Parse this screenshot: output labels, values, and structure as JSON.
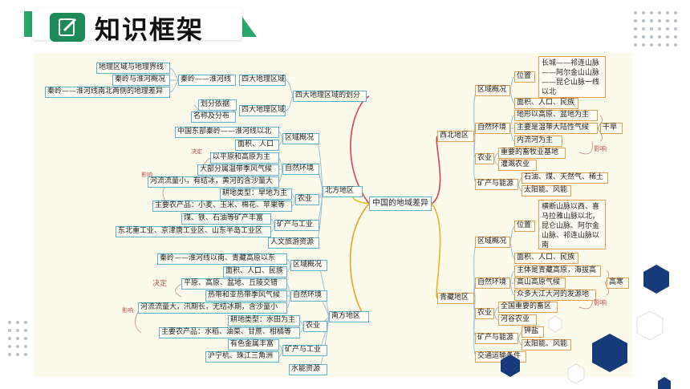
{
  "header": {
    "title": "知识框架"
  },
  "center": "中国的地域差异",
  "left": {
    "four_regions": {
      "root": "四大地理区域的划分",
      "sub1": "四大地理区域",
      "sub1_label": "秦岭——淮河线",
      "sub1_items": [
        "地理区域与地理界线",
        "秦岭与淮河概况",
        "秦岭——淮河线南北两侧的地理差异"
      ],
      "sub2": "四大地理区域",
      "sub2_items": [
        "划分依据",
        "名称及分布"
      ]
    },
    "north": {
      "root": "北方地区",
      "cat_location": "区域概况",
      "location_items": [
        "中国东部秦岭——淮河线以北",
        "面积、人口"
      ],
      "cat_nature": "自然环境",
      "nature_items": [
        "以平原和高原为主",
        "大部分属温带季风气候",
        "河流流量小，有结冰，黄河的含沙量大"
      ],
      "cat_agri": "农业",
      "agri_items": [
        "耕地类型：旱地为主",
        "主要农产品：小麦、玉米、棉花、苹果等"
      ],
      "cat_mining": "矿产与工业",
      "mining_items": [
        "煤、铁、石油等矿产丰富",
        "东北重工业、京津唐工业区、山东半岛工业区"
      ],
      "cat_tourism": "人文旅游资源",
      "note_decide": "决定",
      "note_influence": "影响"
    },
    "south": {
      "root": "南方地区",
      "cat_location": "区域概况",
      "location_items": [
        "秦岭——淮河线以南、青藏高原以东",
        "面积、人口、民族"
      ],
      "cat_nature": "自然环境",
      "nature_items": [
        "平原、高原、盆地、丘陵交错",
        "热带和亚热带季风气候",
        "河流流量大，汛期长，无结冰期，含沙量小"
      ],
      "cat_agri": "农业",
      "agri_items": [
        "耕地类型：水田为主",
        "主要农产品：水稻、油菜、甘蔗、柑橘等"
      ],
      "cat_mining": "矿产与工业",
      "mining_items": [
        "有色金属丰富",
        "沪宁杭、珠江三角洲"
      ],
      "cat_water": "水能资源",
      "note_decide": "决定",
      "note_influence": "影响"
    }
  },
  "right": {
    "northwest": {
      "root": "西北地区",
      "cat_location": "区域概况",
      "position": "位置",
      "position_text": "长城——祁连山脉——阿尔金山山脉——昆仑山脉一线以北",
      "area": "面积、人口、民族",
      "cat_nature": "自然环境",
      "nature_items": [
        "地形以高原、盆地为主",
        "主要是温带大陆性气候",
        "内流河为主"
      ],
      "dry": "干旱",
      "cat_agri": "农业",
      "agri_items": [
        "重要的畜牧业基地",
        "灌溉农业"
      ],
      "cat_mining": "矿产与能源",
      "mining_items": [
        "石油、煤、天然气、稀土",
        "太阳能、风能"
      ],
      "note_influence": "影响"
    },
    "qinghai": {
      "root": "青藏地区",
      "cat_location": "区域概况",
      "position": "位置",
      "position_text": "横断山脉以西、喜马拉雅山脉以北，昆仑山脉、阿尔金山脉、祁连山脉以南",
      "area": "面积、人口、民族",
      "cat_nature": "自然环境",
      "nature_items": [
        "主体是青藏高原，海拔高",
        "高山高原气候",
        "众多大江大河的发源地"
      ],
      "cold": "高寒",
      "cat_agri": "农业",
      "agri_items": [
        "全国重要的畜区",
        "河谷农业"
      ],
      "cat_mining": "矿产与能源",
      "mining_items": [
        "钾盐",
        "太阳能、风能"
      ],
      "transport": "交通运输条件",
      "note_influence": "影响"
    }
  },
  "colors": {
    "panel": "#fbfaeb",
    "accent": "#2ba66b",
    "hex_dark": "#173a7a"
  }
}
